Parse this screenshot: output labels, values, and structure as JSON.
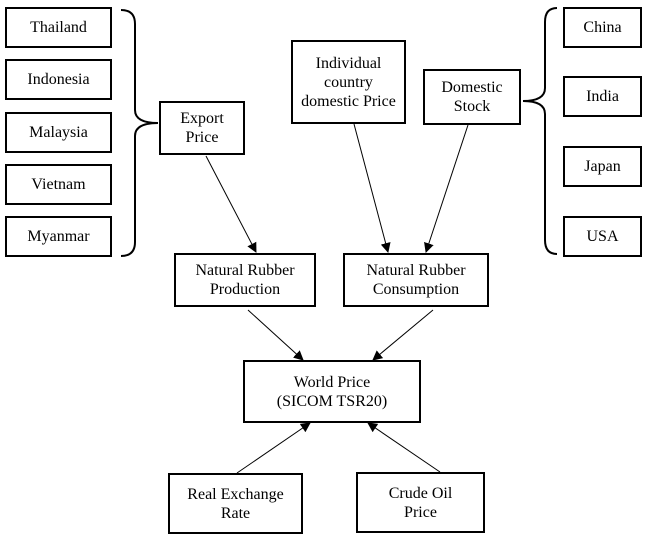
{
  "producers": [
    "Thailand",
    "Indonesia",
    "Malaysia",
    "Vietnam",
    "Myanmar"
  ],
  "consumers": [
    "China",
    "India",
    "Japan",
    "USA"
  ],
  "nodes": {
    "export_price": "Export\nPrice",
    "individual_price": "Individual\ncountry\ndomestic Price",
    "domestic_stock": "Domestic\nStock",
    "production": "Natural Rubber\nProduction",
    "consumption": "Natural Rubber\nConsumption",
    "world_price": "World Price\n(SICOM TSR20)",
    "exchange_rate": "Real Exchange\nRate",
    "crude_oil": "Crude Oil\nPrice"
  },
  "colors": {
    "line": "#000000",
    "background": "#ffffff"
  }
}
